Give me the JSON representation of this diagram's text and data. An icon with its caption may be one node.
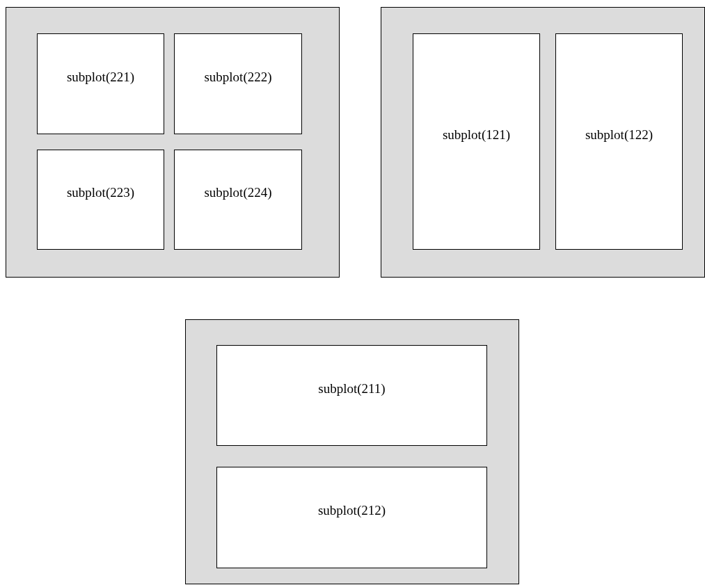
{
  "diagram": {
    "nodes": [
      {
        "text": [],
        "shape": "box"
      },
      {
        "text": [
          "subplot(221)"
        ],
        "in": 0
      },
      {
        "text": [
          "subplot(222)"
        ],
        "in": 0
      },
      {
        "text": [
          "subplot(223)"
        ],
        "in": 0
      },
      {
        "text": [
          "subplot(224)"
        ],
        "in": 0
      },
      {
        "text": [],
        "shape": "box"
      },
      {
        "text": [
          "subplot(121)"
        ],
        "in": 5
      },
      {
        "text": [
          "subplot(122)"
        ],
        "in": 5
      },
      {
        "text": [],
        "shape": "box"
      },
      {
        "text": [
          "subplot(211)"
        ],
        "in": 8
      },
      {
        "text": [
          "subplot(212)"
        ],
        "in": 8
      }
    ]
  }
}
